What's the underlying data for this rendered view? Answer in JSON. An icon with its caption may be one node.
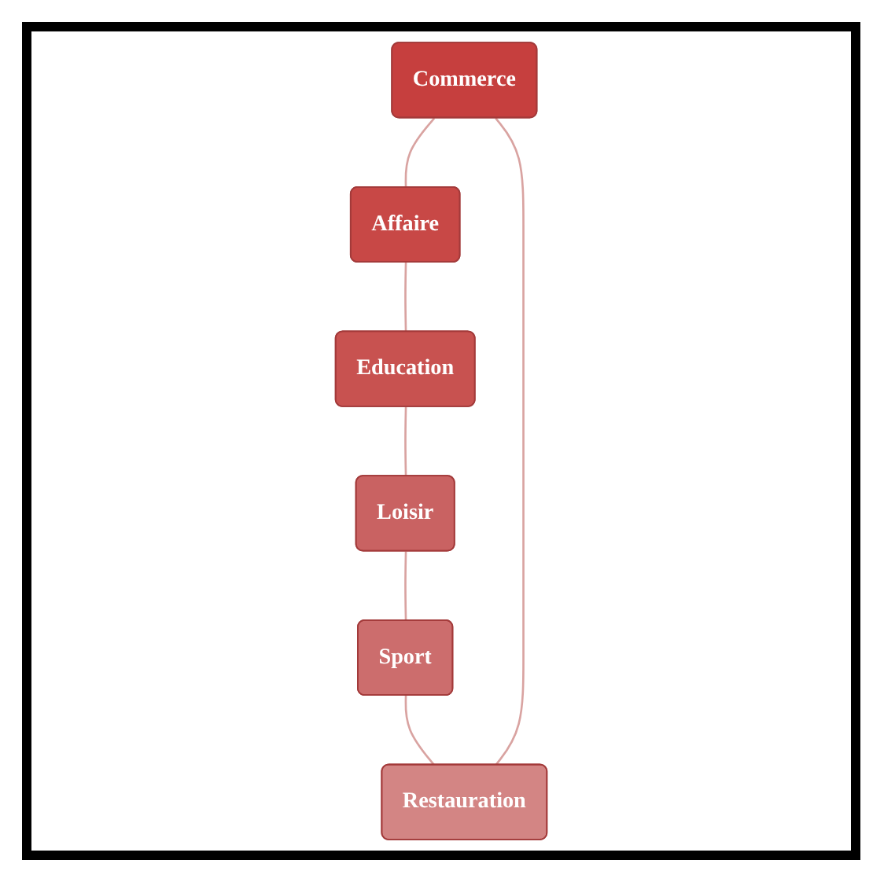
{
  "diagram": {
    "nodes": [
      {
        "text": [
          "Commerce"
        ]
      },
      {
        "text": [
          "Affaire"
        ]
      },
      {
        "text": [
          "Education"
        ]
      },
      {
        "text": [
          "Loisir"
        ]
      },
      {
        "text": [
          "Sport"
        ]
      },
      {
        "text": [
          "Restauration"
        ]
      }
    ],
    "edges": [
      {
        "from": 0,
        "to": 1,
        "arrow": "none"
      },
      {
        "from": 1,
        "to": 2,
        "arrow": "none"
      },
      {
        "from": 2,
        "to": 3,
        "arrow": "none"
      },
      {
        "from": 3,
        "to": 4,
        "arrow": "none"
      },
      {
        "from": 4,
        "to": 5,
        "arrow": "none"
      },
      {
        "from": 5,
        "to": 0,
        "arrow": "none"
      }
    ]
  }
}
